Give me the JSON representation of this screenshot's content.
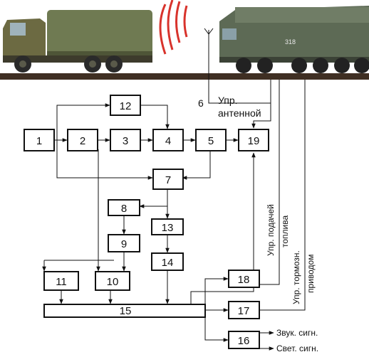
{
  "blocks": {
    "b1": "1",
    "b2": "2",
    "b3": "3",
    "b4": "4",
    "b5": "5",
    "b7": "7",
    "b8": "8",
    "b9": "9",
    "b10": "10",
    "b11": "11",
    "b12": "12",
    "b13": "13",
    "b14": "14",
    "b15": "15",
    "b16": "16",
    "b17": "17",
    "b18": "18",
    "b19": "19"
  },
  "labels": {
    "line6": "6",
    "antenna_ctrl_line1": "Упр.",
    "antenna_ctrl_line2": "антенной",
    "fuel_ctrl_line1": "Упр. подачей",
    "fuel_ctrl_line2": "топлива",
    "brake_ctrl_line1": "Упр. тормозн.",
    "brake_ctrl_line2": "приводом",
    "sound_signal": "Звук. сигн.",
    "light_signal": "Свет. сигн."
  },
  "vehicle_number": "318",
  "colors": {
    "truck_body": "#6f7a52",
    "truck_cab": "#6c6a42",
    "ground": "#3f2f23",
    "launcher": "#5d6a55",
    "signal_waves": "#d8332c"
  }
}
